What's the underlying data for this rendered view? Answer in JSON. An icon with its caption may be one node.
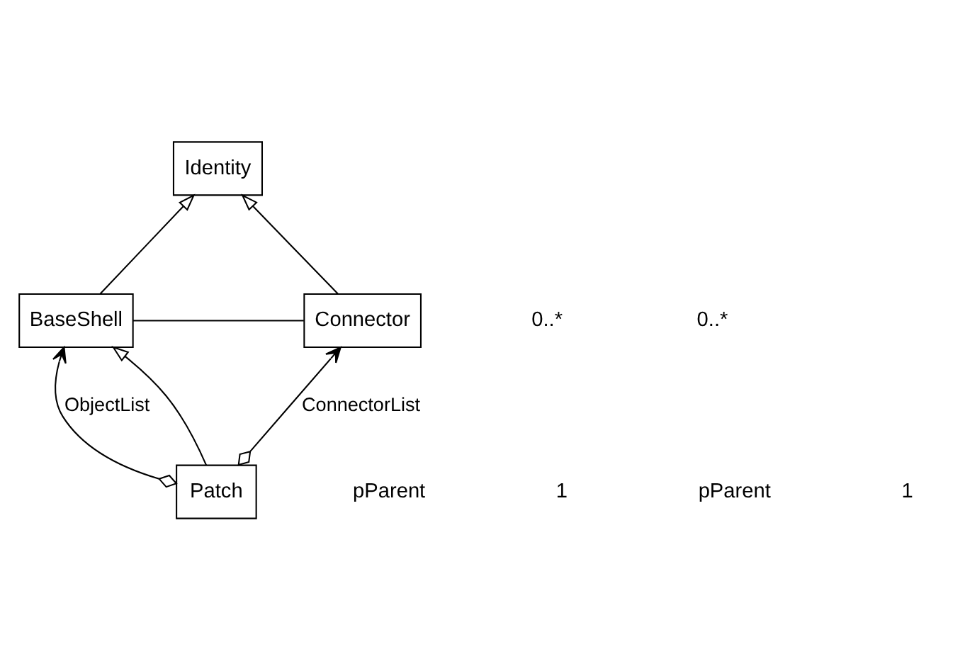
{
  "diagram": {
    "nodes": [
      {
        "text": [
          "Identity"
        ]
      },
      {
        "text": [
          "BaseShell"
        ]
      },
      {
        "text": [
          "Connector"
        ]
      },
      {
        "text": [
          "Patch"
        ]
      }
    ],
    "edges": [
      {
        "from": 1,
        "to": 0,
        "arrow": "to"
      },
      {
        "from": 2,
        "to": 0,
        "arrow": "to"
      },
      {
        "from": 1,
        "to": 2,
        "arrow": "none"
      },
      {
        "from": 3,
        "to": 1,
        "arrow": "to",
        "label": "ObjectList"
      },
      {
        "from": 3,
        "to": 2,
        "arrow": "to",
        "label": "ConnectorList"
      },
      {
        "from": 3,
        "to": 1,
        "arrow": "to"
      }
    ],
    "labels": [
      "0..*",
      "0..*",
      "pParent",
      "1",
      "pParent",
      "1"
    ]
  }
}
